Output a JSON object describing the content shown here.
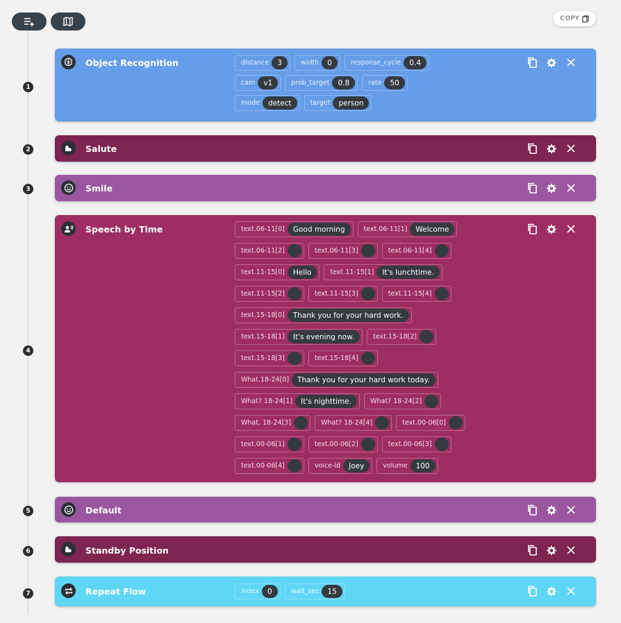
{
  "toolbar": {
    "copy_label": "COPY"
  },
  "colors": {
    "blue": "#659de8",
    "maroon": "#7d2450",
    "purple": "#9a57a0",
    "crimson": "#9e2d62",
    "cyan": "#5fd6f5",
    "pill": "#343a3f"
  },
  "blocks": [
    {
      "step": "1",
      "title": "Object Recognition",
      "icon": "brain-icon",
      "params": [
        {
          "label": "distance",
          "value": "3"
        },
        {
          "label": "width",
          "value": "0"
        },
        {
          "label": "response_cycle",
          "value": "0.4"
        },
        {
          "label": "cam",
          "value": "v1"
        },
        {
          "label": "prob_target",
          "value": "0.8"
        },
        {
          "label": "rate",
          "value": "50"
        },
        {
          "label": "mode",
          "value": "detect"
        },
        {
          "label": "target",
          "value": "person"
        }
      ]
    },
    {
      "step": "2",
      "title": "Salute",
      "icon": "arm-icon",
      "params": []
    },
    {
      "step": "3",
      "title": "Smile",
      "icon": "smile-icon",
      "params": []
    },
    {
      "step": "4",
      "title": "Speech by Time",
      "icon": "speaker-icon",
      "params": [
        {
          "label": "text.06-11[0]",
          "value": "Good morning"
        },
        {
          "label": "text.06-11[1]",
          "value": "Welcome"
        },
        {
          "label": "text.06-11[2]",
          "value": ""
        },
        {
          "label": "text.06-11[3]",
          "value": ""
        },
        {
          "label": "text.06-11[4]",
          "value": ""
        },
        {
          "label": "text.11-15[0]",
          "value": "Hello"
        },
        {
          "label": "text.11-15[1]",
          "value": "It's lunchtime."
        },
        {
          "label": "text.11-15[2]",
          "value": ""
        },
        {
          "label": "text.11-15[3]",
          "value": ""
        },
        {
          "label": "text.11-15[4]",
          "value": ""
        },
        {
          "label": "text.15-18[0]",
          "value": "Thank you for your hard work."
        },
        {
          "label": "text.15-18[1]",
          "value": "It's evening now."
        },
        {
          "label": "text.15-18[2]",
          "value": ""
        },
        {
          "label": "text.15-18[3]",
          "value": ""
        },
        {
          "label": "text.15-18[4]",
          "value": ""
        },
        {
          "label": "What.18-24[0]",
          "value": "Thank you for your hard work today."
        },
        {
          "label": "What? 18-24[1]",
          "value": "It's nighttime."
        },
        {
          "label": "What? 18-24[2]",
          "value": ""
        },
        {
          "label": "What. 18-24[3]",
          "value": ""
        },
        {
          "label": "What? 18-24[4]",
          "value": ""
        },
        {
          "label": "text.00-06[0]",
          "value": ""
        },
        {
          "label": "text.00-06[1]",
          "value": ""
        },
        {
          "label": "text.00-06[2]",
          "value": ""
        },
        {
          "label": "text.00-06[3]",
          "value": ""
        },
        {
          "label": "text.00-06[4]",
          "value": ""
        },
        {
          "label": "voice-id",
          "value": "Joey"
        },
        {
          "label": "volume",
          "value": "100"
        }
      ]
    },
    {
      "step": "5",
      "title": "Default",
      "icon": "smile-icon",
      "params": []
    },
    {
      "step": "6",
      "title": "Standby Position",
      "icon": "arm-icon",
      "params": []
    },
    {
      "step": "7",
      "title": "Repeat Flow",
      "icon": "repeat-icon",
      "params": [
        {
          "label": "index",
          "value": "0"
        },
        {
          "label": "wait_sec",
          "value": "15"
        }
      ]
    }
  ]
}
